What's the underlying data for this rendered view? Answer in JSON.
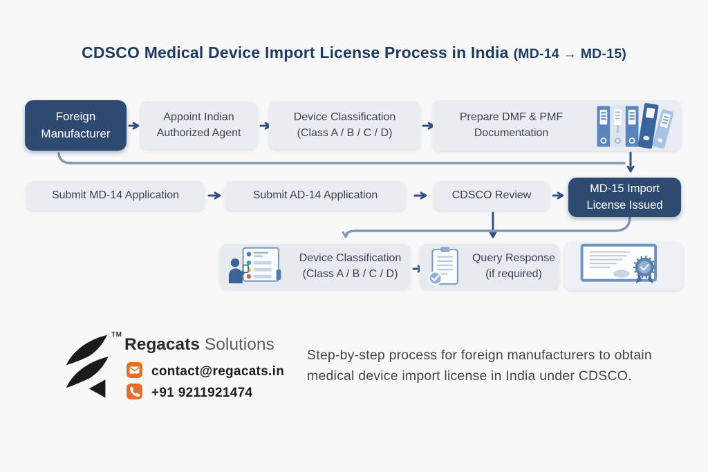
{
  "title": {
    "main": "CDSCO Medical Device Import License Process in India",
    "suffix": "(MD-14 → MD-15)"
  },
  "flow": {
    "row1": [
      {
        "line1": "Foreign",
        "line2": "Manufacturer",
        "variant": "dark"
      },
      {
        "line1": "Appoint Indian",
        "line2": "Authorized Agent"
      },
      {
        "line1": "Device Classification",
        "line2": "(Class A / B / C / D)"
      },
      {
        "line1": "Prepare DMF & PMF",
        "line2": "Documentation",
        "icon": "binders-icon"
      }
    ],
    "row2": [
      {
        "label": "Submit MD-14 Application"
      },
      {
        "label": "Submit AD-14 Application"
      },
      {
        "label": "CDSCO Review"
      },
      {
        "line1": "MD-15 Import",
        "line2": "License Issued",
        "variant": "dark"
      }
    ],
    "row3": [
      {
        "line1": "Device Classification",
        "line2": "(Class A / B / C / D)",
        "icon": "presenter-checklist-icon"
      },
      {
        "line1": "Query Response",
        "line2": "(if required)",
        "icon": "clipboard-check-icon"
      },
      {
        "icon": "certificate-award-icon"
      }
    ]
  },
  "footer": {
    "brand_name": "Regacats",
    "brand_suffix": "Solutions",
    "trademark": "TM",
    "email": "contact@regacats.in",
    "phone": "+91 9211921474",
    "email_icon": "envelope-icon",
    "phone_icon": "phone-icon",
    "logo_icon": "regacats-logo",
    "description_line1": "Step-by-step process for foreign manufacturers to obtain",
    "description_line2": "medical device import license in India under CDSCO."
  },
  "colors": {
    "background": "#f8f8f9",
    "navy_box": "#2e4a71",
    "light_box": "#e9ecf1",
    "title_text": "#1e3a5f",
    "box_text": "#39424e",
    "connector_line": "#8299b5",
    "arrow": "#31507d",
    "accent_orange": "#e2702a",
    "logo_black": "#1b1b1b"
  }
}
